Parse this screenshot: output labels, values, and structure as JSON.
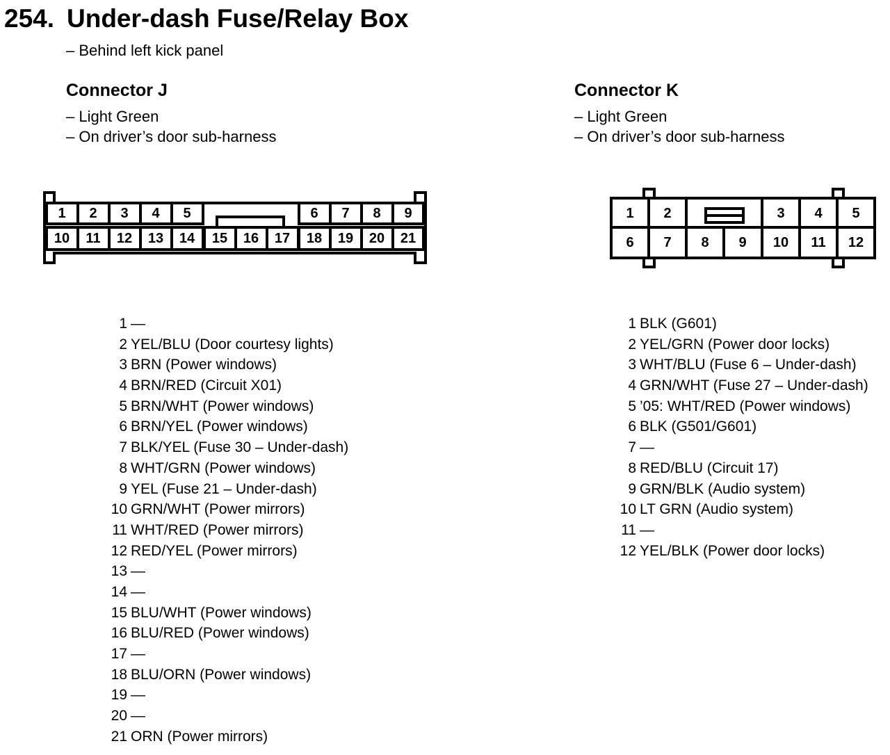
{
  "header": {
    "number": "254.",
    "title": "Under-dash Fuse/Relay Box",
    "location": "– Behind left kick panel"
  },
  "connectors": [
    {
      "name": "Connector J",
      "notes": [
        "– Light Green",
        "– On driver’s door sub-harness"
      ],
      "top_row": [
        "1",
        "2",
        "3",
        "4",
        "5",
        "6",
        "7",
        "8",
        "9"
      ],
      "bottom_row": [
        "10",
        "11",
        "12",
        "13",
        "14",
        "15",
        "16",
        "17",
        "18",
        "19",
        "20",
        "21"
      ],
      "pins": [
        {
          "n": "1",
          "desc": "—"
        },
        {
          "n": "2",
          "desc": "YEL/BLU (Door courtesy lights)"
        },
        {
          "n": "3",
          "desc": "BRN (Power windows)"
        },
        {
          "n": "4",
          "desc": "BRN/RED (Circuit X01)"
        },
        {
          "n": "5",
          "desc": "BRN/WHT (Power windows)"
        },
        {
          "n": "6",
          "desc": "BRN/YEL (Power windows)"
        },
        {
          "n": "7",
          "desc": "BLK/YEL (Fuse 30 – Under-dash)"
        },
        {
          "n": "8",
          "desc": "WHT/GRN (Power windows)"
        },
        {
          "n": "9",
          "desc": "YEL (Fuse 21 – Under-dash)"
        },
        {
          "n": "10",
          "desc": "GRN/WHT (Power mirrors)"
        },
        {
          "n": "11",
          "desc": "WHT/RED (Power mirrors)"
        },
        {
          "n": "12",
          "desc": "RED/YEL (Power mirrors)"
        },
        {
          "n": "13",
          "desc": "—"
        },
        {
          "n": "14",
          "desc": "—"
        },
        {
          "n": "15",
          "desc": "BLU/WHT (Power windows)"
        },
        {
          "n": "16",
          "desc": "BLU/RED (Power windows)"
        },
        {
          "n": "17",
          "desc": "—"
        },
        {
          "n": "18",
          "desc": "BLU/ORN (Power windows)"
        },
        {
          "n": "19",
          "desc": "—"
        },
        {
          "n": "20",
          "desc": "—"
        },
        {
          "n": "21",
          "desc": "ORN (Power mirrors)"
        }
      ]
    },
    {
      "name": "Connector K",
      "notes": [
        "– Light Green",
        "– On driver’s door sub-harness"
      ],
      "top_row": [
        "1",
        "2",
        "3",
        "4",
        "5"
      ],
      "bottom_row": [
        "6",
        "7",
        "8",
        "9",
        "10",
        "11",
        "12"
      ],
      "pins": [
        {
          "n": "1",
          "desc": "BLK (G601)"
        },
        {
          "n": "2",
          "desc": "YEL/GRN (Power door locks)"
        },
        {
          "n": "3",
          "desc": "WHT/BLU (Fuse 6 – Under-dash)"
        },
        {
          "n": "4",
          "desc": "GRN/WHT (Fuse 27 – Under-dash)"
        },
        {
          "n": "5",
          "desc": "’05: WHT/RED (Power windows)"
        },
        {
          "n": "6",
          "desc": "BLK (G501/G601)"
        },
        {
          "n": "7",
          "desc": "—"
        },
        {
          "n": "8",
          "desc": "RED/BLU (Circuit 17)"
        },
        {
          "n": "9",
          "desc": "GRN/BLK (Audio system)"
        },
        {
          "n": "10",
          "desc": "LT GRN (Audio system)"
        },
        {
          "n": "11",
          "desc": "—"
        },
        {
          "n": "12",
          "desc": "YEL/BLK (Power door locks)"
        }
      ]
    }
  ]
}
